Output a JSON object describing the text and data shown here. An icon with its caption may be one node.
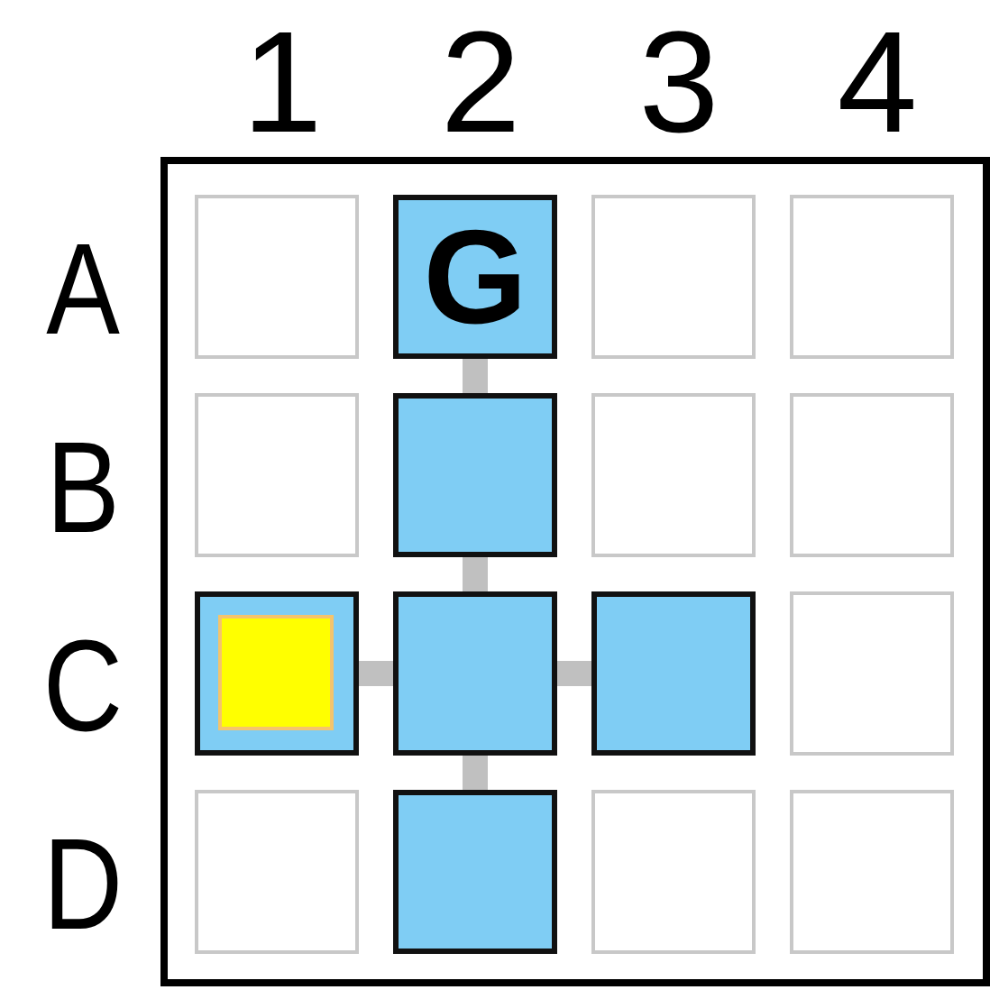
{
  "diagram": {
    "nodes": [
      {
        "text": [],
        "shape": "box"
      },
      {
        "text": [],
        "shape": "box",
        "in": 0
      },
      {
        "text": [
          "G"
        ],
        "in": 0
      },
      {
        "text": [],
        "shape": "box",
        "in": 0
      },
      {
        "text": [],
        "shape": "box",
        "in": 0
      },
      {
        "text": [],
        "shape": "box",
        "in": 0
      },
      {
        "text": [],
        "shape": "box",
        "in": 0
      },
      {
        "text": [],
        "shape": "box",
        "in": 0
      },
      {
        "text": [],
        "shape": "box",
        "in": 0
      },
      {
        "text": [],
        "shape": "box",
        "in": 0
      },
      {
        "text": [],
        "shape": "box",
        "in": 9
      },
      {
        "text": [],
        "shape": "box",
        "in": 0
      },
      {
        "text": [],
        "shape": "box",
        "in": 0
      },
      {
        "text": [],
        "shape": "box",
        "in": 0
      },
      {
        "text": [],
        "shape": "box",
        "in": 0
      },
      {
        "text": [],
        "shape": "box",
        "in": 0
      },
      {
        "text": [],
        "shape": "box",
        "in": 0
      },
      {
        "text": [],
        "shape": "box",
        "in": 0
      }
    ],
    "edges": [
      {
        "from": 2,
        "to": 6,
        "arrow": "none"
      },
      {
        "from": 6,
        "to": 11,
        "arrow": "none"
      },
      {
        "from": 9,
        "to": 11,
        "arrow": "none"
      },
      {
        "from": 11,
        "to": 12,
        "arrow": "none"
      },
      {
        "from": 11,
        "to": 15,
        "arrow": "none"
      }
    ],
    "labels": [
      "1",
      "2",
      "3",
      "4",
      "A",
      "B",
      "C",
      "D"
    ]
  }
}
